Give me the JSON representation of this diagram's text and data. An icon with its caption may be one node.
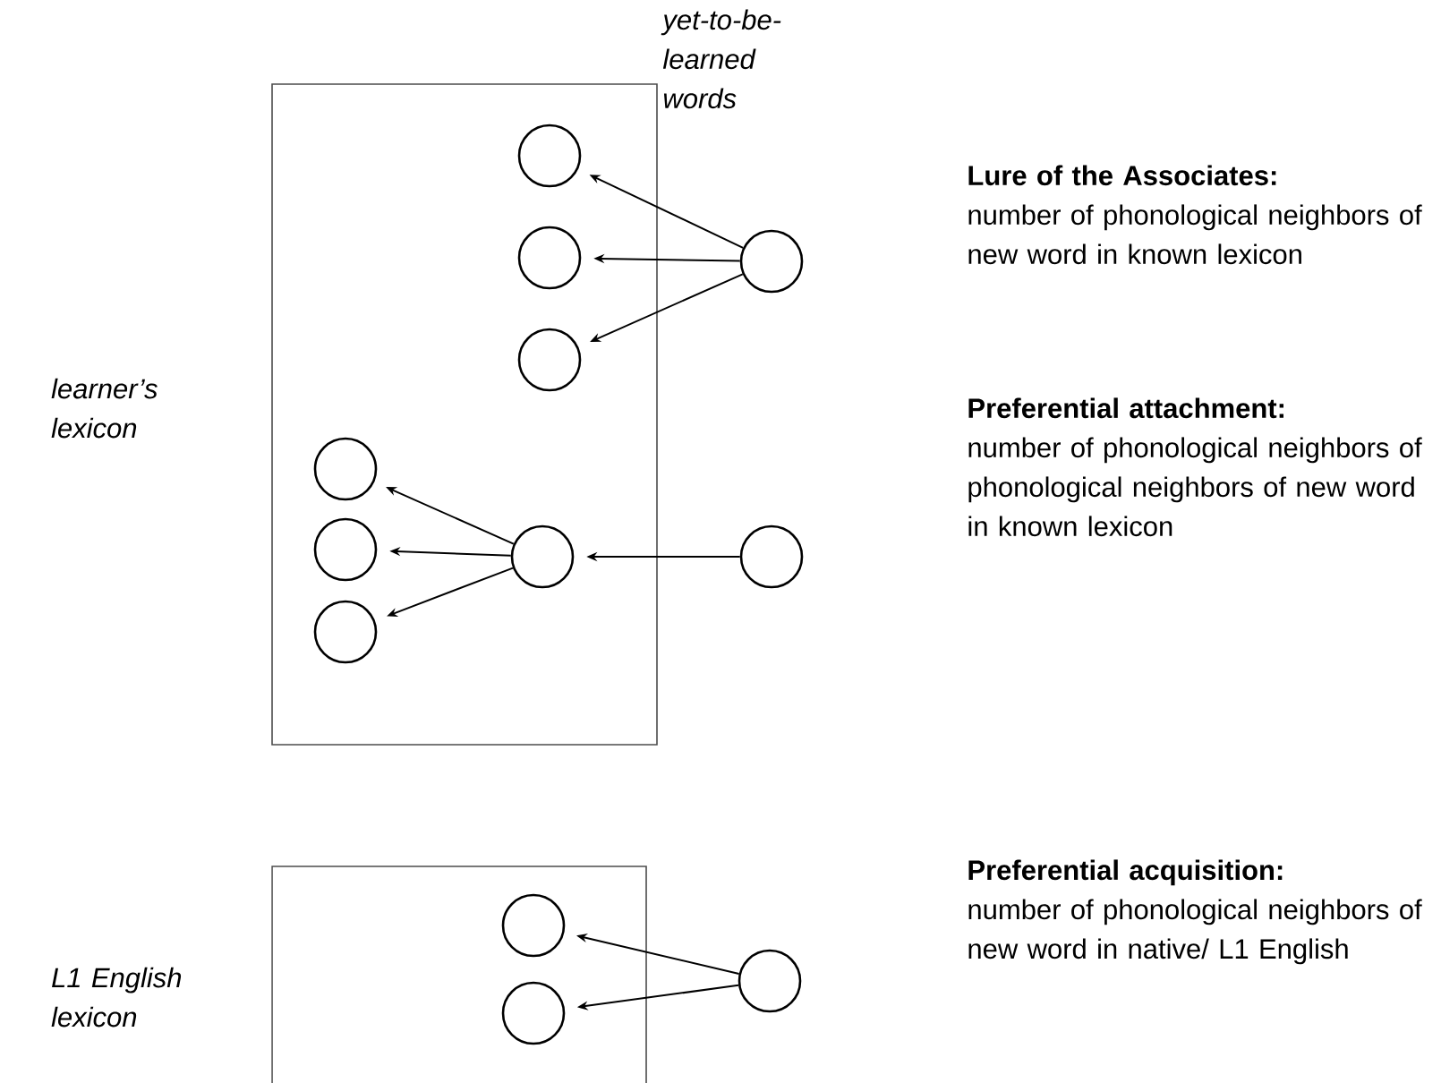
{
  "diagram": {
    "nodes": [
      {
        "text": [
          "learner’s lexicon"
        ]
      },
      {
        "text": [],
        "shape": "circle",
        "in": 0
      },
      {
        "text": [],
        "shape": "circle",
        "in": 0
      },
      {
        "text": [],
        "shape": "circle",
        "in": 0
      },
      {
        "text": [],
        "shape": "circle"
      },
      {
        "text": [],
        "shape": "circle",
        "in": 0
      },
      {
        "text": [],
        "shape": "circle",
        "in": 0
      },
      {
        "text": [],
        "shape": "circle",
        "in": 0
      },
      {
        "text": [],
        "shape": "circle",
        "in": 0
      },
      {
        "text": [],
        "shape": "circle"
      },
      {
        "text": [
          "L1 English lexicon"
        ]
      },
      {
        "text": [],
        "shape": "circle",
        "in": 10
      },
      {
        "text": [],
        "shape": "circle",
        "in": 10
      },
      {
        "text": [],
        "shape": "circle"
      }
    ],
    "edges": [
      {
        "from": 4,
        "to": 1,
        "arrow": "to"
      },
      {
        "from": 4,
        "to": 2,
        "arrow": "to"
      },
      {
        "from": 4,
        "to": 3,
        "arrow": "to"
      },
      {
        "from": 8,
        "to": 5,
        "arrow": "to"
      },
      {
        "from": 8,
        "to": 6,
        "arrow": "to"
      },
      {
        "from": 8,
        "to": 7,
        "arrow": "to"
      },
      {
        "from": 9,
        "to": 8,
        "arrow": "to"
      },
      {
        "from": 13,
        "to": 11,
        "arrow": "to"
      },
      {
        "from": 13,
        "to": 12,
        "arrow": "to"
      }
    ],
    "labels": [
      "yet-to-be-learned words",
      "Lure of the Associates:",
      "number of phonological neighbors of new word in known lexicon",
      "Preferential attachment:",
      "number of phonological neighbors of phonological neighbors of new word in known lexicon",
      "Preferential acquisition:",
      "number of phonological neighbors of new word in native/ L1 English"
    ]
  }
}
